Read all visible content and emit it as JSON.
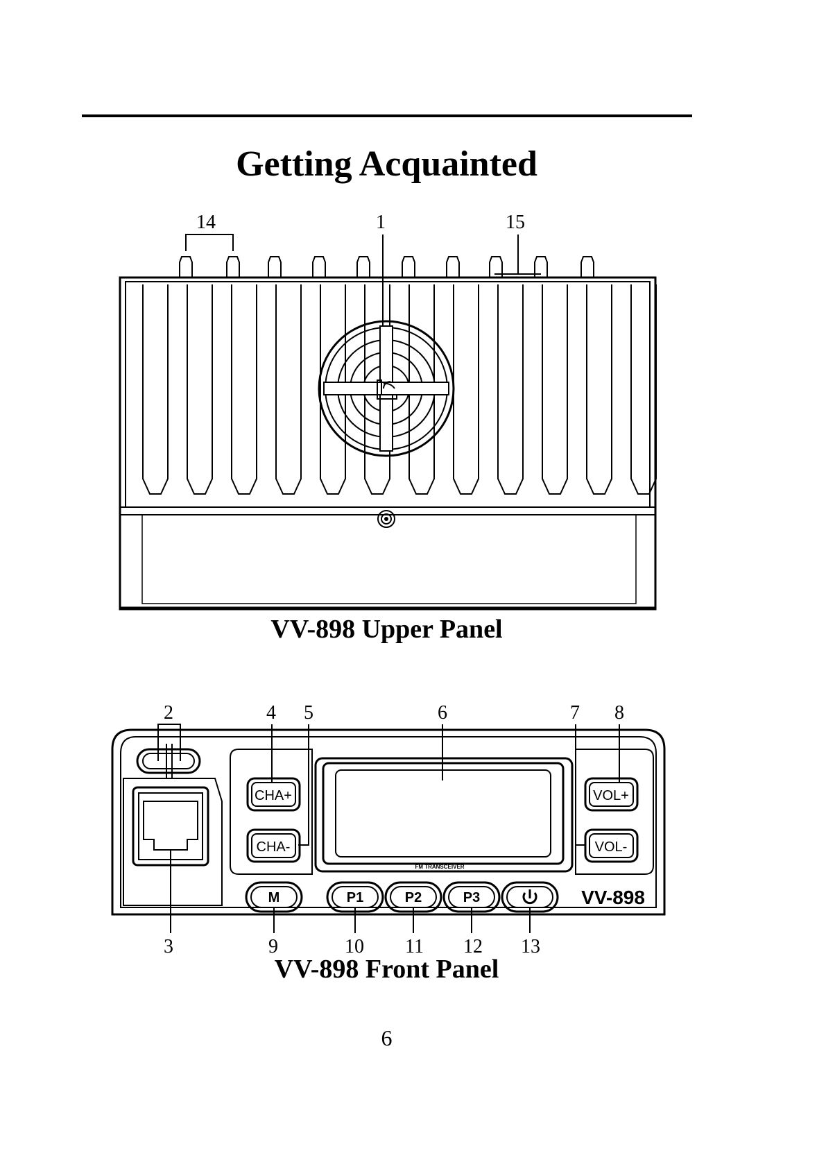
{
  "header": {
    "title": "Getting Acquainted"
  },
  "upper_panel": {
    "caption": "VV-898 Upper Panel",
    "callouts": [
      "14",
      "1",
      "15"
    ]
  },
  "front_panel": {
    "caption": "VV-898 Front Panel",
    "callouts_top": [
      "2",
      "4",
      "5",
      "6",
      "7",
      "8"
    ],
    "callouts_bottom": [
      "3",
      "9",
      "10",
      "11",
      "12",
      "13"
    ],
    "buttons": {
      "cha_plus": "CHA+",
      "cha_minus": "CHA-",
      "vol_plus": "VOL+",
      "vol_minus": "VOL-",
      "m": "M",
      "p1": "P1",
      "p2": "P2",
      "p3": "P3"
    },
    "display_label": "FM TRANSCEIVER",
    "model_label": "VV-898",
    "power_icon": "power-icon"
  },
  "footer": {
    "page_number": "6"
  }
}
